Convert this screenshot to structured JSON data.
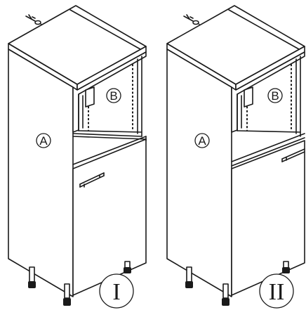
{
  "cabinets": [
    {
      "id": "I",
      "variant_label": "I",
      "part_a_label": "A",
      "part_b_label": "B"
    },
    {
      "id": "II",
      "variant_label": "II",
      "part_a_label": "A",
      "part_b_label": "B"
    }
  ],
  "colors": {
    "line": "#1a1a1a",
    "background": "#ffffff"
  }
}
